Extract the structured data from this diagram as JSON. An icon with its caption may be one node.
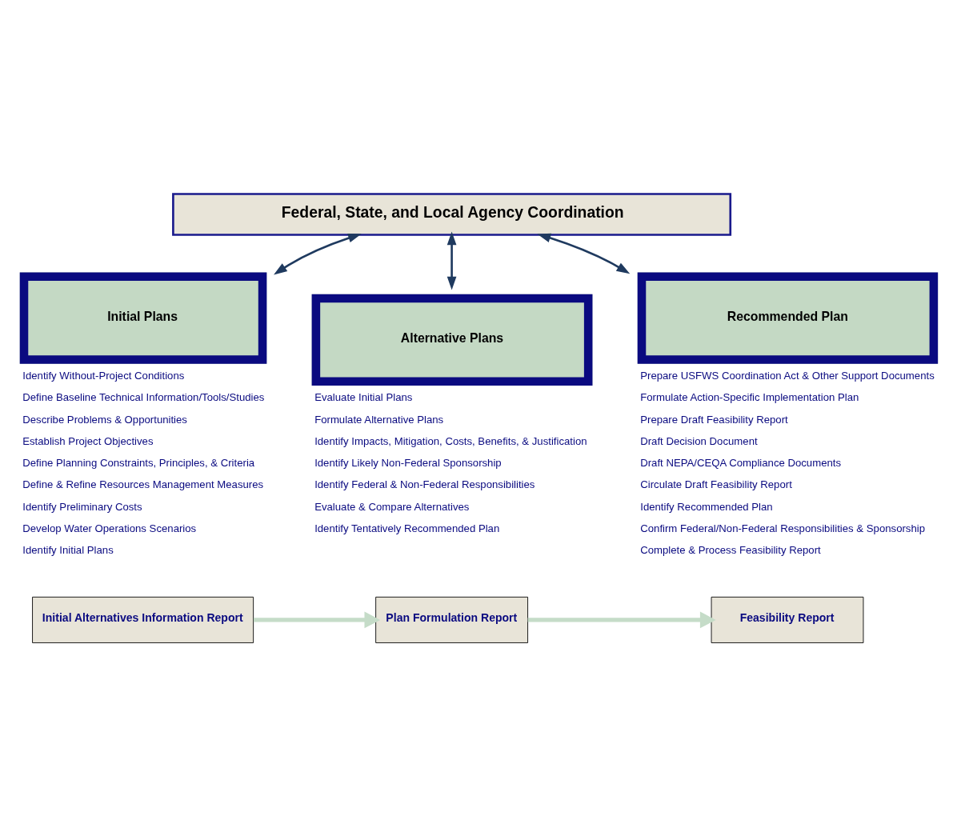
{
  "diagram": {
    "nodes": [
      {
        "text": [
          "Federal, State, and Local Agency Coordination"
        ]
      },
      {
        "text": [
          "Initial Plans"
        ],
        "beside": [
          "Identify Without-Project Conditions",
          "Define Baseline Technical Information/Tools/Studies",
          "Describe Problems & Opportunities",
          "Establish Project Objectives",
          "Define Planning Constraints, Principles, & Criteria",
          "Define & Refine Resources Management Measures",
          "Identify Preliminary Costs",
          "Develop Water Operations Scenarios",
          "Identify Initial Plans"
        ]
      },
      {
        "text": [
          "Alternative Plans"
        ],
        "beside": [
          "Evaluate Initial Plans",
          "Formulate Alternative Plans",
          "Identify Impacts, Mitigation, Costs, Benefits, & Justification",
          "Identify Likely Non-Federal Sponsorship",
          "Identify Federal & Non-Federal Responsibilities",
          "Evaluate & Compare Alternatives",
          "Identify Tentatively Recommended Plan"
        ]
      },
      {
        "text": [
          "Recommended Plan"
        ],
        "beside": [
          "Prepare USFWS Coordination Act & Other Support Documents",
          "Formulate Action-Specific Implementation Plan",
          "Prepare Draft Feasibility Report",
          "Draft Decision Document",
          "Draft NEPA/CEQA Compliance Documents",
          "Circulate Draft Feasibility Report",
          "Identify Recommended Plan",
          "Confirm Federal/Non-Federal Responsibilities & Sponsorship",
          "Complete & Process Feasibility Report"
        ]
      },
      {
        "text": [
          "Initial Alternatives Information Report"
        ]
      },
      {
        "text": [
          "Plan Formulation Report"
        ]
      },
      {
        "text": [
          "Feasibility Report"
        ]
      }
    ],
    "edges": [
      {
        "from": 0,
        "to": 1,
        "arrow": "both"
      },
      {
        "from": 0,
        "to": 2,
        "arrow": "both"
      },
      {
        "from": 0,
        "to": 3,
        "arrow": "both"
      },
      {
        "from": 4,
        "to": 5,
        "arrow": "to",
        "style": "thick",
        "color": "#c5dcc8"
      },
      {
        "from": 5,
        "to": 6,
        "arrow": "to",
        "style": "thick",
        "color": "#c5dcc8"
      }
    ]
  }
}
